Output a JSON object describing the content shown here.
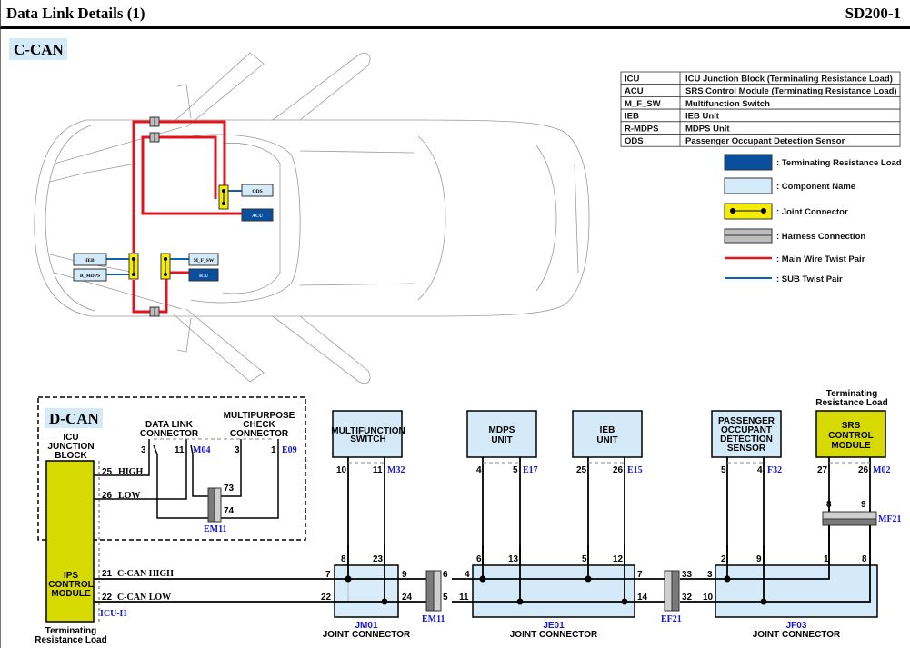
{
  "header": {
    "title": "Data Link Details (1)",
    "code": "SD200-1"
  },
  "c_can": {
    "label": "C-CAN",
    "car_modules": {
      "ods": "ODS",
      "acu": "ACU",
      "ieb": "IEB",
      "r_mdps": "R_MDPS",
      "m_f_sw": "M_F_SW",
      "icu": "ICU"
    },
    "abbreviations": [
      {
        "abbr": "ICU",
        "desc": "ICU Junction Block (Terminating Resistance Load)"
      },
      {
        "abbr": "ACU",
        "desc": "SRS Control Module (Terminating Resistance Load)"
      },
      {
        "abbr": "M_F_SW",
        "desc": "Multifunction Switch"
      },
      {
        "abbr": "IEB",
        "desc": "IEB Unit"
      },
      {
        "abbr": "R-MDPS",
        "desc": "MDPS Unit"
      },
      {
        "abbr": "ODS",
        "desc": "Passenger Occupant Detection Sensor"
      }
    ],
    "legend": [
      {
        "symbol": "terminating-resistance-load",
        "label": ": Terminating Resistance Load",
        "color": "#0a4f9e"
      },
      {
        "symbol": "component-name",
        "label": ": Component Name",
        "color": "#d4eaf8"
      },
      {
        "symbol": "joint-connector",
        "label": ": Joint Connector",
        "color": "#f5ec00"
      },
      {
        "symbol": "harness-connection",
        "label": ": Harness Connection",
        "color": "#bdbdbd"
      },
      {
        "symbol": "main-wire-twist-pair",
        "label": ": Main Wire Twist Pair",
        "color": "#e3141e"
      },
      {
        "symbol": "sub-twist-pair",
        "label": ": SUB Twist Pair",
        "color": "#1060b0"
      }
    ]
  },
  "d_can": {
    "label": "D-CAN",
    "icu_block": {
      "line1": "ICU",
      "line2": "JUNCTION",
      "line3": "BLOCK"
    },
    "ips": {
      "line1": "IPS",
      "line2": "CONTROL",
      "line3": "MODULE",
      "connector": "ICU-H"
    },
    "terminating_label": {
      "line1": "Terminating",
      "line2": "Resistance Load"
    },
    "dlc": {
      "line1": "DATA LINK",
      "line2": "CONNECTOR",
      "pin_a": "3",
      "pin_b": "11",
      "connector": "M04"
    },
    "mpc": {
      "line1": "MULTIPURPOSE",
      "line2": "CHECK",
      "line3": "CONNECTOR",
      "pin_a": "3",
      "pin_b": "1",
      "connector": "E09"
    },
    "high": {
      "pin": "25",
      "name": "HIGH"
    },
    "low": {
      "pin": "26",
      "name": "LOW"
    },
    "em11": {
      "name": "EM11",
      "pin_a": "73",
      "pin_b": "74"
    }
  },
  "bus": {
    "high": {
      "pin": "21",
      "name": "C-CAN HIGH"
    },
    "low": {
      "pin": "22",
      "name": "C-CAN LOW"
    }
  },
  "components": {
    "mfs": {
      "line1": "MULTIFUNCTION",
      "line2": "SWITCH",
      "pin_a": "10",
      "pin_b": "11",
      "connector": "M32"
    },
    "mdps": {
      "line1": "MDPS",
      "line2": "UNIT",
      "pin_a": "4",
      "pin_b": "5",
      "connector": "E17"
    },
    "ieb": {
      "line1": "IEB",
      "line2": "UNIT",
      "pin_a": "25",
      "pin_b": "26",
      "connector": "E15"
    },
    "pods": {
      "line1": "PASSENGER",
      "line2": "OCCUPANT",
      "line3": "DETECTION",
      "line4": "SENSOR",
      "pin_a": "5",
      "pin_b": "4",
      "connector": "F32"
    },
    "srs": {
      "line1": "SRS",
      "line2": "CONTROL",
      "line3": "MODULE",
      "pin_a": "27",
      "pin_b": "26",
      "connector": "M02",
      "top1": "Terminating",
      "top2": "Resistance Load"
    }
  },
  "mf21": {
    "name": "MF21",
    "pin_a": "8",
    "pin_b": "9"
  },
  "jm01": {
    "name": "JM01",
    "sub": "JOINT CONNECTOR",
    "in_high": "7",
    "in_low": "22",
    "top_a": "8",
    "top_b": "23",
    "out_high": "9",
    "out_low": "24"
  },
  "em11_bus": {
    "name": "EM11",
    "pin_high": "6",
    "pin_low": "5"
  },
  "je01": {
    "name": "JE01",
    "sub": "JOINT CONNECTOR",
    "in_high": "4",
    "in_low": "11",
    "top_a": "6",
    "top_b": "13",
    "top_c": "5",
    "top_d": "12",
    "out_high": "7",
    "out_low": "14"
  },
  "ef21": {
    "name": "EF21",
    "pin_high": "33",
    "pin_low": "32"
  },
  "jf03": {
    "name": "JF03",
    "sub": "JOINT CONNECTOR",
    "in_high": "3",
    "in_low": "10",
    "top_a": "2",
    "top_b": "9",
    "top_c": "1",
    "top_d": "8"
  }
}
